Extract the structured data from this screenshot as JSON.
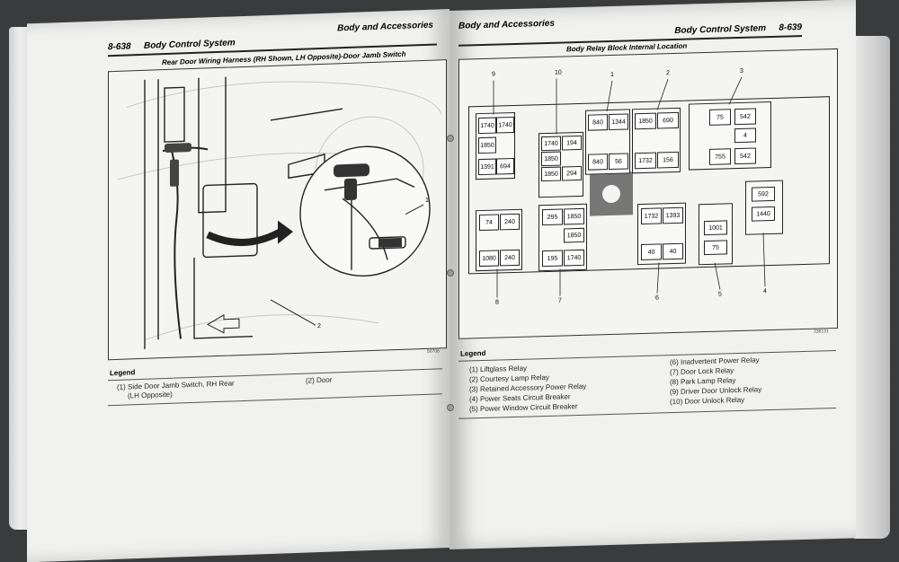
{
  "left_page": {
    "page_number": "8-638",
    "system": "Body Control System",
    "section": "Body and Accessories",
    "figure_title": "Rear Door Wiring Harness (RH Shown, LH Opposite)-Door Jamb Switch",
    "figure_code": "50706",
    "callouts": [
      "1",
      "2"
    ],
    "legend_title": "Legend",
    "legend": [
      {
        "label": "(1)  Side Door Jamb Switch, RH Rear"
      },
      {
        "label": "(LH Opposite)"
      },
      {
        "label": "(2)  Door"
      }
    ]
  },
  "right_page": {
    "section": "Body and Accessories",
    "system": "Body Control System",
    "page_number": "8-639",
    "figure_title": "Body Relay Block Internal Location",
    "figure_code": "336131",
    "relays": [
      {
        "cells": [
          "1740",
          "1740",
          "1850",
          "1391",
          "694"
        ]
      },
      {
        "cells": [
          "1740",
          "194",
          "1850",
          "1850",
          "294"
        ]
      },
      {
        "cells": [
          "840",
          "1344",
          "840",
          "56"
        ]
      },
      {
        "cells": [
          "1850",
          "690",
          "1732",
          "156"
        ]
      },
      {
        "cells": [
          "75",
          "542",
          "4",
          "755",
          "542"
        ]
      },
      {
        "cells": [
          "592",
          "1440"
        ]
      },
      {
        "cells": [
          "74",
          "240",
          "1080",
          "240"
        ]
      },
      {
        "cells": [
          "295",
          "1850",
          "1850",
          "195",
          "1740"
        ]
      },
      {
        "cells": [
          "1732",
          "1393",
          "40",
          "40"
        ]
      },
      {
        "cells": [
          "1001",
          "75"
        ]
      }
    ],
    "callouts_top": [
      "9",
      "10",
      "1",
      "2",
      "3"
    ],
    "callouts_bottom": [
      "8",
      "7",
      "6",
      "5",
      "4"
    ],
    "legend_title": "Legend",
    "legend_left": [
      "(1)  Liftglass Relay",
      "(2)  Courtesy Lamp Relay",
      "(3)  Retained Accessory Power Relay",
      "(4)  Power Seats Circuit Breaker",
      "(5)  Power Window Circuit Breaker"
    ],
    "legend_right": [
      "(6)  Inadvertent Power Relay",
      "(7)  Door Lock Relay",
      "(8)  Park Lamp Relay",
      "(9)  Driver Door Unlock Relay",
      "(10)  Door Unlock Relay"
    ]
  }
}
